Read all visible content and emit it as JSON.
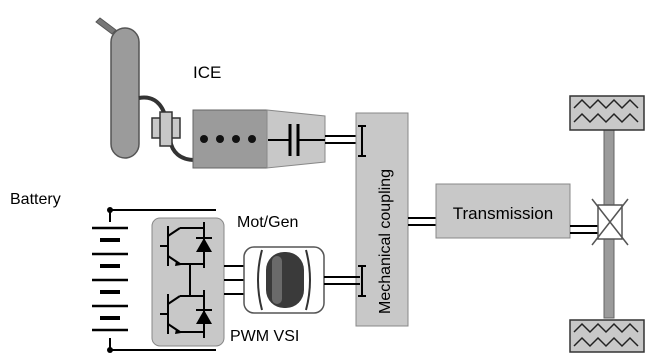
{
  "labels": {
    "ice": "ICE",
    "battery": "Battery",
    "motgen": "Mot/Gen",
    "pwm_vsi": "PWM VSI",
    "coupling": "Mechanical coupling",
    "transmission": "Transmission"
  },
  "colors": {
    "block_fill": "#c8c8c8",
    "block_stroke": "#8a8a8a",
    "tank_fill": "#9b9b9b",
    "motor_dark": "#3a3a3a",
    "line": "#000000"
  },
  "icons": {
    "tank": "fuel-tank-icon",
    "engine": "engine-cylinders-icon",
    "clutch": "clutch-capacitor-icon",
    "battery": "battery-cells-icon",
    "igbt": "igbt-switch-icon",
    "motor": "motor-coil-icon",
    "differential": "differential-icon",
    "wheel": "tire-tread-icon"
  }
}
